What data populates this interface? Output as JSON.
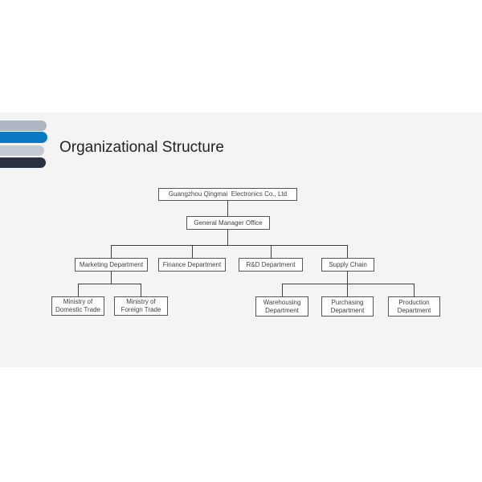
{
  "slide": {
    "title": "Organizational Structure",
    "background_color": "#f5f4f4",
    "accent_bars": [
      {
        "name": "bar-gray-blue",
        "color": "#aeb6c4"
      },
      {
        "name": "bar-azure",
        "color": "#0b79c4"
      },
      {
        "name": "bar-light-gray",
        "color": "#c5cbd5"
      },
      {
        "name": "bar-dark-navy",
        "color": "#2b3140"
      }
    ]
  },
  "org_chart": {
    "connector_color": "#404040",
    "box_border_color": "#575757",
    "box_fill_color": "#ffffff",
    "nodes": {
      "company": {
        "label": "Guangzhou Qingmai  Electronics Co., Ltd"
      },
      "general_manager": {
        "label": "General Manager Office"
      },
      "marketing": {
        "label": "Marketing Department"
      },
      "finance": {
        "label": "Finance Department"
      },
      "rnd": {
        "label": "R&D Department"
      },
      "supply_chain": {
        "label": "Supply Chain"
      },
      "domestic_trade": {
        "line1": "Ministry of",
        "line2": "Domestic Trade"
      },
      "foreign_trade": {
        "line1": "Ministry of",
        "line2": "Foreign Trade"
      },
      "warehousing": {
        "line1": "Warehousing",
        "line2": "Department"
      },
      "purchasing": {
        "line1": "Purchasing",
        "line2": "Department"
      },
      "production": {
        "line1": "Production",
        "line2": "Department"
      }
    }
  }
}
